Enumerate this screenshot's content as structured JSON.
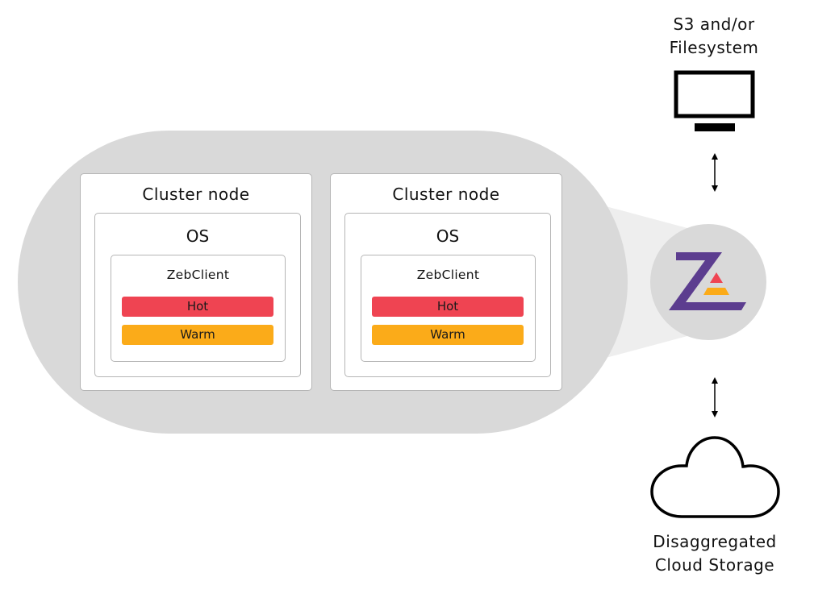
{
  "colors": {
    "pill": "#d9d9d9",
    "cone": "#eeeeee",
    "hot": "#ef4452",
    "warm": "#fbab19",
    "logo_purple": "#5c3d8f",
    "logo_red": "#ef4452",
    "logo_orange": "#fbab19"
  },
  "cluster_nodes": [
    {
      "title": "Cluster node",
      "os_label": "OS",
      "client_label": "ZebClient",
      "tiers": [
        "Hot",
        "Warm"
      ]
    },
    {
      "title": "Cluster node",
      "os_label": "OS",
      "client_label": "ZebClient",
      "tiers": [
        "Hot",
        "Warm"
      ]
    }
  ],
  "top_target": {
    "line1": "S3 and/or",
    "line2": "Filesystem",
    "icon": "monitor-icon"
  },
  "bottom_target": {
    "line1": "Disaggregated",
    "line2": "Cloud Storage",
    "icon": "cloud-icon"
  },
  "hub": {
    "icon": "zebware-logo-icon"
  }
}
